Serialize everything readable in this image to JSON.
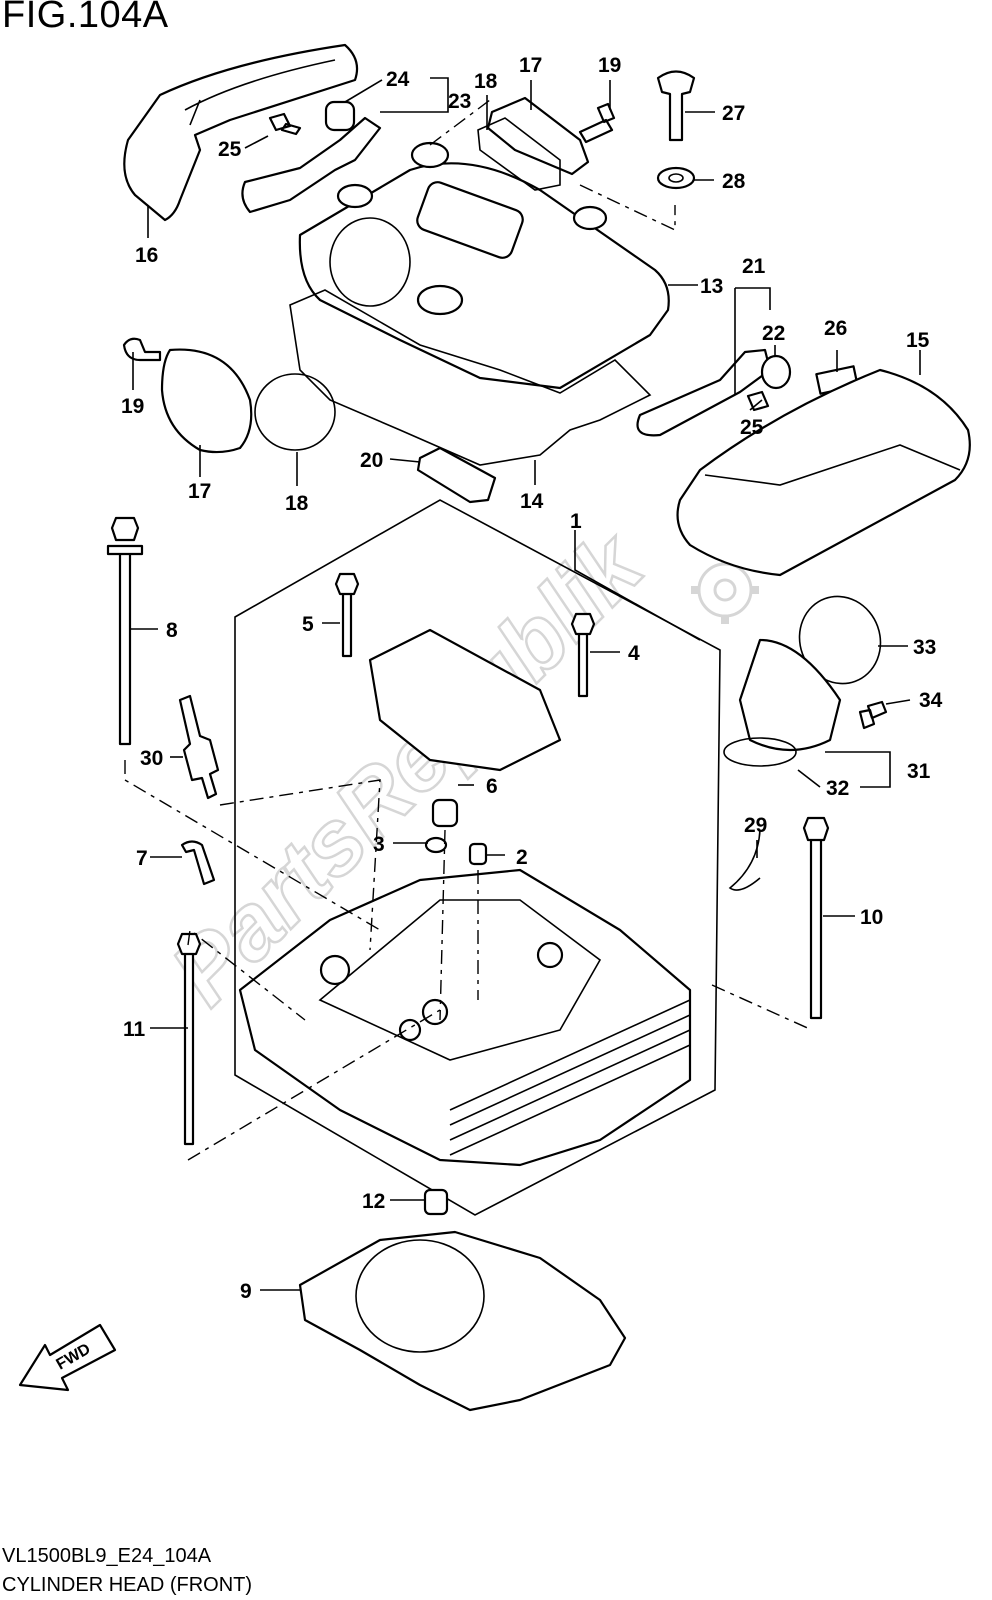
{
  "figure": {
    "title": "FIG.104A",
    "model_code": "VL1500BL9_E24_104A",
    "caption": "CYLINDER HEAD (FRONT)",
    "watermark": "PartsRepublik",
    "fwd_label": "FWD"
  },
  "callouts": {
    "c1": "1",
    "c2": "2",
    "c3": "3",
    "c4": "4",
    "c5": "5",
    "c6": "6",
    "c7": "7",
    "c8": "8",
    "c9": "9",
    "c10": "10",
    "c11": "11",
    "c12": "12",
    "c13": "13",
    "c14": "14",
    "c15": "15",
    "c16": "16",
    "c17a": "17",
    "c17b": "17",
    "c18a": "18",
    "c18b": "18",
    "c19a": "19",
    "c19b": "19",
    "c20": "20",
    "c21": "21",
    "c22": "22",
    "c23": "23",
    "c24": "24",
    "c25a": "25",
    "c25b": "25",
    "c26": "26",
    "c27": "27",
    "c28": "28",
    "c29": "29",
    "c30": "30",
    "c31": "31",
    "c32": "32",
    "c33": "33",
    "c34": "34"
  }
}
